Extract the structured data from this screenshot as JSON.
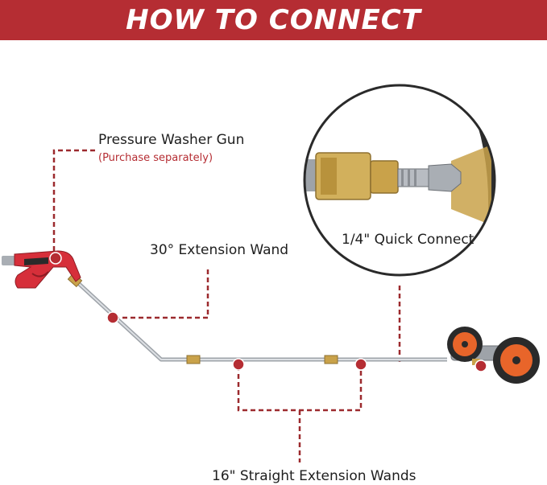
{
  "header": {
    "title": "HOW TO CONNECT"
  },
  "labels": {
    "gun": "Pressure Washer Gun",
    "gun_note": "(Purchase separately)",
    "wand30": "30° Extension Wand",
    "quick_connect": "1/4\" Quick Connect",
    "straight": "16\" Straight Extension Wands"
  },
  "colors": {
    "banner": "#b52d33",
    "callout": "#9c2a2e",
    "brass": "#c9a24a",
    "wheel": "#e8652a",
    "steel": "#b8bcc2"
  }
}
